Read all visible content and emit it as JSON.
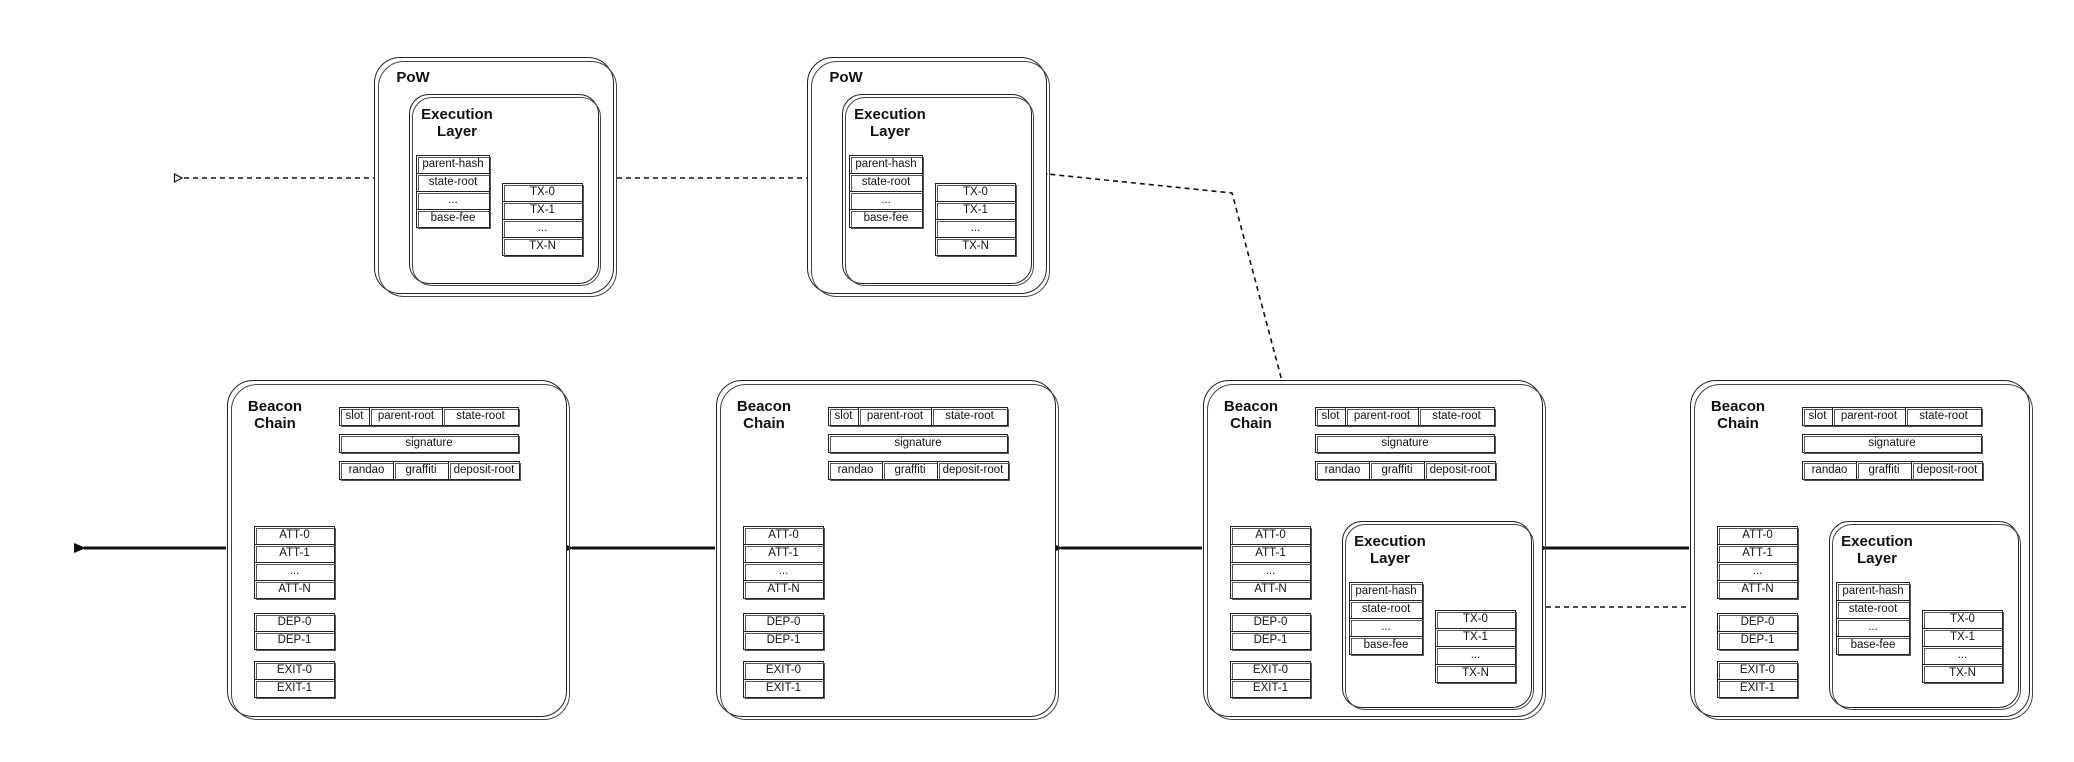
{
  "pow_blocks": [
    {
      "label": "PoW",
      "execution_layer": {
        "title": "Execution\nLayer",
        "header_fields": [
          "parent-hash",
          "state-root",
          "...",
          "base-fee"
        ],
        "transactions": [
          "TX-0",
          "TX-1",
          "...",
          "TX-N"
        ]
      }
    },
    {
      "label": "PoW",
      "execution_layer": {
        "title": "Execution\nLayer",
        "header_fields": [
          "parent-hash",
          "state-root",
          "...",
          "base-fee"
        ],
        "transactions": [
          "TX-0",
          "TX-1",
          "...",
          "TX-N"
        ]
      }
    }
  ],
  "beacon_blocks": [
    {
      "label": "Beacon\nChain",
      "header_row1": [
        "slot",
        "parent-root",
        "state-root"
      ],
      "signature": "signature",
      "header_row3": [
        "randao",
        "graffiti",
        "deposit-root"
      ],
      "attestations": [
        "ATT-0",
        "ATT-1",
        "...",
        "ATT-N"
      ],
      "deposits": [
        "DEP-0",
        "DEP-1"
      ],
      "exits": [
        "EXIT-0",
        "EXIT-1"
      ],
      "execution_layer": null
    },
    {
      "label": "Beacon\nChain",
      "header_row1": [
        "slot",
        "parent-root",
        "state-root"
      ],
      "signature": "signature",
      "header_row3": [
        "randao",
        "graffiti",
        "deposit-root"
      ],
      "attestations": [
        "ATT-0",
        "ATT-1",
        "...",
        "ATT-N"
      ],
      "deposits": [
        "DEP-0",
        "DEP-1"
      ],
      "exits": [
        "EXIT-0",
        "EXIT-1"
      ],
      "execution_layer": null
    },
    {
      "label": "Beacon\nChain",
      "header_row1": [
        "slot",
        "parent-root",
        "state-root"
      ],
      "signature": "signature",
      "header_row3": [
        "randao",
        "graffiti",
        "deposit-root"
      ],
      "attestations": [
        "ATT-0",
        "ATT-1",
        "...",
        "ATT-N"
      ],
      "deposits": [
        "DEP-0",
        "DEP-1"
      ],
      "exits": [
        "EXIT-0",
        "EXIT-1"
      ],
      "execution_layer": {
        "title": "Execution\nLayer",
        "header_fields": [
          "parent-hash",
          "state-root",
          "...",
          "base-fee"
        ],
        "transactions": [
          "TX-0",
          "TX-1",
          "...",
          "TX-N"
        ]
      }
    },
    {
      "label": "Beacon\nChain",
      "header_row1": [
        "slot",
        "parent-root",
        "state-root"
      ],
      "signature": "signature",
      "header_row3": [
        "randao",
        "graffiti",
        "deposit-root"
      ],
      "attestations": [
        "ATT-0",
        "ATT-1",
        "...",
        "ATT-N"
      ],
      "deposits": [
        "DEP-0",
        "DEP-1"
      ],
      "exits": [
        "EXIT-0",
        "EXIT-1"
      ],
      "execution_layer": {
        "title": "Execution\nLayer",
        "header_fields": [
          "parent-hash",
          "state-root",
          "...",
          "base-fee"
        ],
        "transactions": [
          "TX-0",
          "TX-1",
          "...",
          "TX-N"
        ]
      }
    }
  ],
  "arrows": {
    "beacon_links": "solid",
    "pow_links": "dashed",
    "execution_links": "dashed"
  }
}
